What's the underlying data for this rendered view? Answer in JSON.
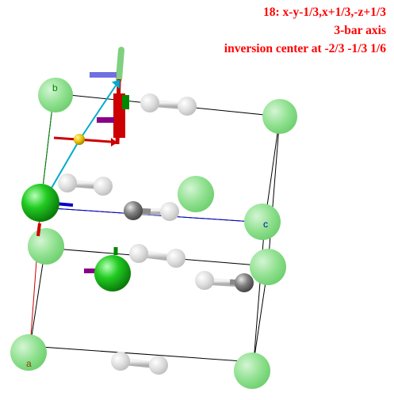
{
  "symmetry_info": {
    "operation": "18: x-y-1/3,x+1/3,-z+1/3",
    "element": "3-bar axis",
    "center": "inversion center at -2/3 -1/3 1/6"
  },
  "axis_labels": {
    "a": "a",
    "b": "b",
    "c": "c"
  },
  "colors": {
    "info_text": "#ff0000",
    "atom_green": "#22cc22",
    "atom_green_ghost": "#8ee08e",
    "atom_gray": "#777777",
    "atom_gray_ghost": "#d8d8d8",
    "axis_a": "#cc0000",
    "axis_b": "#008800",
    "axis_c": "#0000cc",
    "cell_edge": "#000000",
    "symmetry_arrow": "#00aacc"
  }
}
